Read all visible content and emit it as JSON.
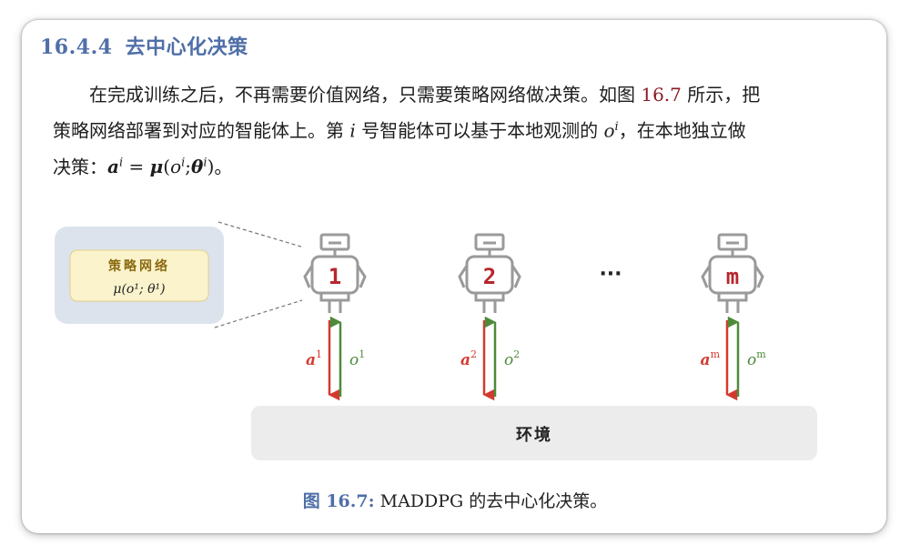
{
  "section": {
    "number": "16.4.4",
    "title": "去中心化决策"
  },
  "paragraph": {
    "line1_a": "在完成训练之后，不再需要价值网络，只需要策略网络做决策。如图 ",
    "line1_ref": "16.7",
    "line1_b": " 所示，把",
    "line2_a": "策略网络部署到对应的智能体上。第 ",
    "line2_i": "i",
    "line2_b": " 号智能体可以基于本地观测的 ",
    "line2_o": "o",
    "line2_sup": "i",
    "line2_c": "，在本地独立做",
    "line3_a": "决策：",
    "line3_formula_a": "a",
    "line3_formula_sup1": "i",
    "line3_formula_eq": " = ",
    "line3_formula_mu": "μ",
    "line3_formula_paren_open": "(",
    "line3_formula_o": "o",
    "line3_formula_sup2": "i",
    "line3_formula_semi": ";",
    "line3_formula_theta": "θ",
    "line3_formula_sup3": "i",
    "line3_formula_paren_close": ")",
    "line3_end": "。"
  },
  "figure": {
    "policy_box": {
      "title": "策略网络",
      "formula": "μ(o¹; θ¹)"
    },
    "agents": [
      {
        "label": "1",
        "action": "a",
        "action_sup": "1",
        "obs": "o",
        "obs_sup": "1"
      },
      {
        "label": "2",
        "action": "a",
        "action_sup": "2",
        "obs": "o",
        "obs_sup": "2"
      },
      {
        "label": "m",
        "action": "a",
        "action_sup": "m",
        "obs": "o",
        "obs_sup": "m"
      }
    ],
    "ellipsis": "···",
    "environment": "环境",
    "colors": {
      "action": "#d33a2f",
      "observation": "#4e8a3a",
      "robot": "#9a9a9a",
      "robot_label": "#b5272d",
      "policy_box_fill": "#fbf3cc",
      "policy_title": "#8a6a10",
      "panel_bg": "#dde3ec",
      "env_bg": "#ececec"
    }
  },
  "caption": {
    "label": "图 16.7:",
    "text": "MADDPG 的去中心化决策。"
  }
}
